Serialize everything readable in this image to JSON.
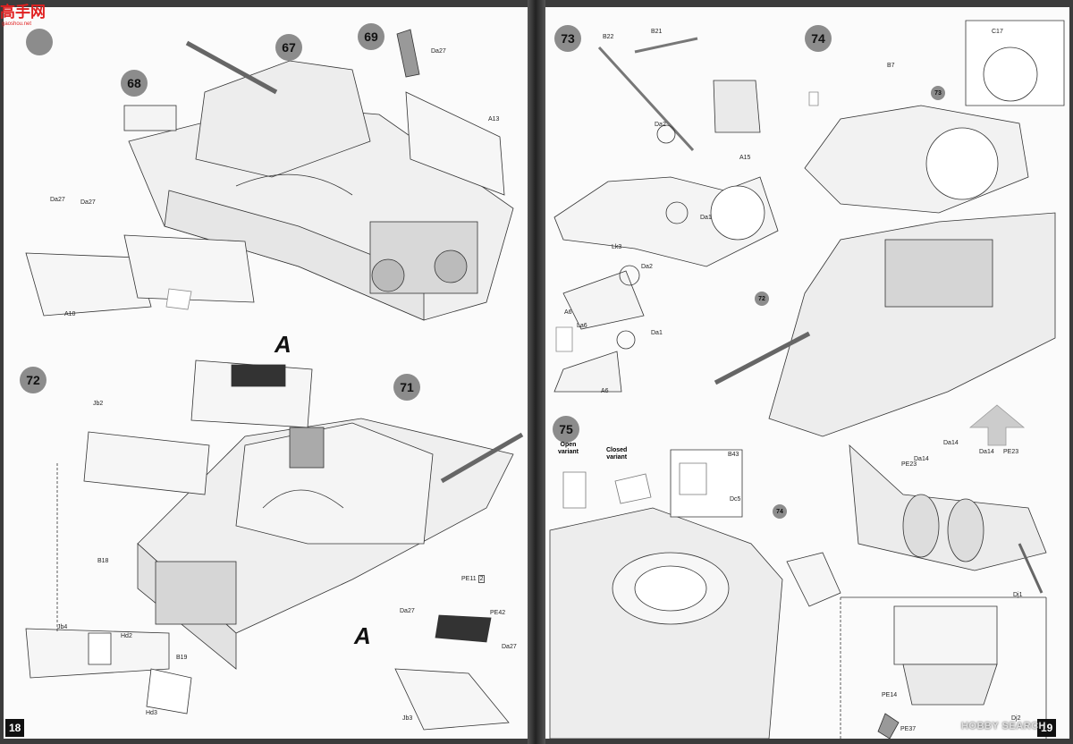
{
  "watermark_top": {
    "text": "高手网",
    "url": "gaoshou.net"
  },
  "watermark_bottom": "HOBBY SEARCH",
  "left_page": {
    "page_number": "18",
    "section_marker": "A",
    "steps": {
      "s67": "67",
      "s68": "68",
      "s69": "69",
      "s71": "71",
      "s72": "72"
    },
    "labels": {
      "A13": "A13",
      "Da27a": "Da27",
      "Da27b": "Da27",
      "Da27c": "Da27",
      "Da27d": "Da27",
      "Da27e": "Da27",
      "A10": "A10",
      "Jb2": "Jb2",
      "B18": "B18",
      "Jb4": "Jb4",
      "Hd2": "Hd2",
      "B19": "B19",
      "Hd3": "Hd3",
      "PE11": "PE11",
      "PE11n": "2",
      "PE42": "PE42",
      "Jb3": "Jb3"
    }
  },
  "right_page": {
    "page_number": "19",
    "steps": {
      "s73": "73",
      "s74": "74",
      "s75": "75",
      "sub72": "72",
      "sub73": "73",
      "sub74": "74"
    },
    "labels": {
      "B22": "B22",
      "B21": "B21",
      "Da2a": "Da2",
      "A15": "A15",
      "Da1a": "Da1",
      "Lk3": "Lk3",
      "Da2b": "Da2",
      "A6a": "A6",
      "La6": "La6",
      "Da1b": "Da1",
      "A6b": "A6",
      "B7": "B7",
      "C17": "C17",
      "Da14a": "Da14",
      "Da14b": "Da14",
      "Da14c": "Da14",
      "PE23a": "PE23",
      "PE23b": "PE23",
      "B43": "B43",
      "Dc5": "Dc5",
      "Dj1": "Dj1",
      "Dj2": "Dj2",
      "PE14": "PE14",
      "PE37": "PE37"
    },
    "variants": {
      "open_l1": "Open",
      "open_l2": "variant",
      "closed_l1": "Closed",
      "closed_l2": "variant"
    }
  }
}
